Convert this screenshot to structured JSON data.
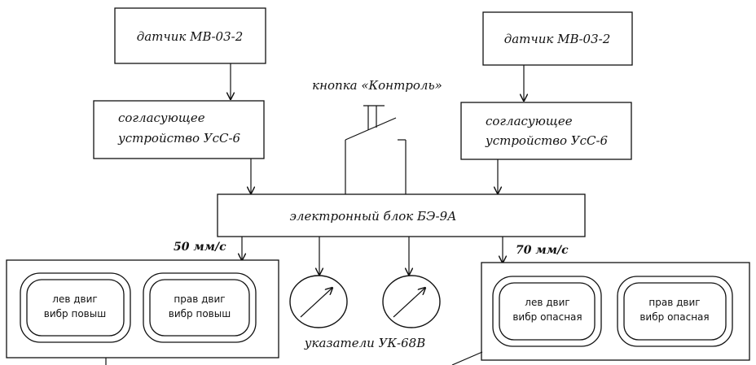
{
  "sensor_left": "датчик МВ-03-2",
  "sensor_right": "датчик МВ-03-2",
  "matcher_left": [
    "согласующее",
    "устройство УсС-6"
  ],
  "matcher_right": [
    "согласующее",
    "устройство УсС-6"
  ],
  "button_label": "кнопка «Контроль»",
  "electronic_block": "электронный блок БЭ-9А",
  "threshold_left": "50 мм/с",
  "threshold_right": "70 мм/с",
  "indicators_label": "указатели УК-68В",
  "panel_left": {
    "lamp_1": [
      "лев двиг",
      "вибр повыш"
    ],
    "lamp_2": [
      "прав двиг",
      "вибр повыш"
    ]
  },
  "panel_right": {
    "lamp_1": [
      "лев двиг",
      "вибр опасная"
    ],
    "lamp_2": [
      "прав двиг",
      "вибр опасная"
    ]
  }
}
